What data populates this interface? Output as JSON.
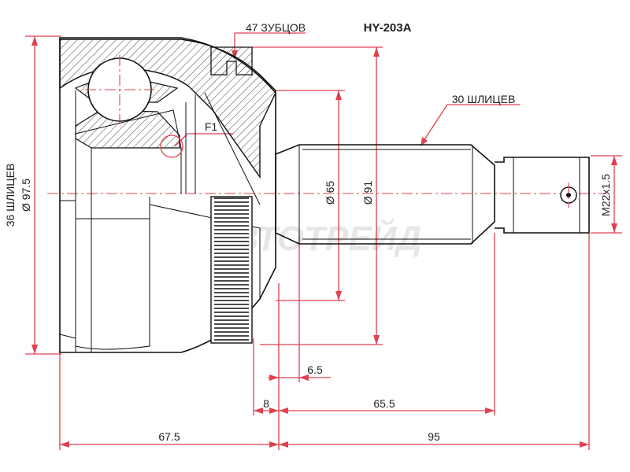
{
  "part_number": "HY-203A",
  "watermark": "АВТОТРЕЙД",
  "labels": {
    "teeth": "47 ЗУБЦОВ",
    "outer_splines": "30 ШЛИЦЕВ",
    "inner_splines": "36 ШЛИЦЕВ",
    "inner_diameter": "Ø 97.5",
    "diam_65": "Ø 65",
    "diam_91": "Ø 91",
    "thread": "M22x1.5",
    "f1": "F1",
    "dim_6_5": "6.5",
    "dim_8": "8",
    "dim_65_5": "65.5",
    "dim_67_5": "67.5",
    "dim_95": "95"
  },
  "colors": {
    "dimension_line": "#e04050",
    "outline": "#111111",
    "hatch": "#444444",
    "watermark": "#d8d8d8"
  }
}
